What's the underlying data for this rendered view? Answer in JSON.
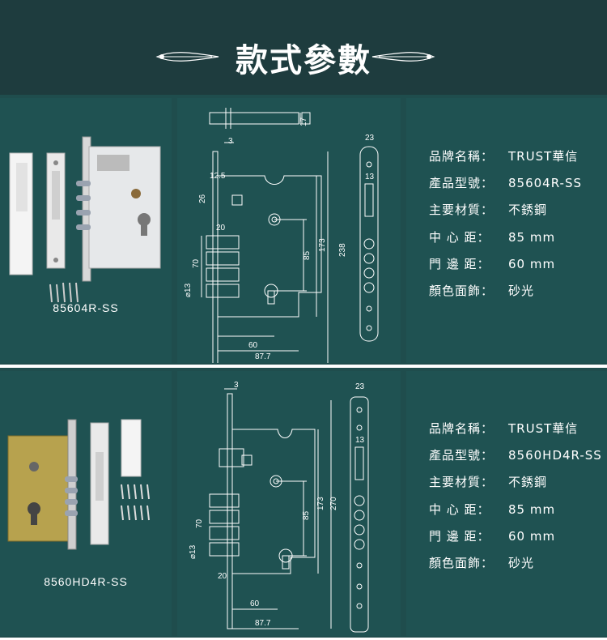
{
  "header": {
    "title": "款式參數"
  },
  "colors": {
    "header_bg": "#1e3c3e",
    "panel_bg": "#1f5252",
    "section_bg": "#1f4d4d",
    "line": "#ffffff"
  },
  "products": [
    {
      "model_caption": "85604R-SS",
      "specs": [
        {
          "label": "品牌名稱：",
          "value": "TRUST華信"
        },
        {
          "label": "產品型號：",
          "value": "85604R-SS"
        },
        {
          "label": "主要材質：",
          "value": "不銹鋼"
        },
        {
          "label": "中 心 距：",
          "value": "85 mm"
        },
        {
          "label": "門 邊 距：",
          "value": "60 mm"
        },
        {
          "label": "顏色面飾：",
          "value": "砂光"
        }
      ],
      "dims": {
        "d17": "17",
        "d3": "3",
        "d23": "23",
        "d13": "13",
        "d12_5": "12.5",
        "d26": "26",
        "d20": "20",
        "d70": "70",
        "d13dia": "⌀13",
        "d85": "85",
        "d173": "173",
        "dlen": "238",
        "d60": "60",
        "d87_7": "87.7"
      }
    },
    {
      "model_caption": "8560HD4R-SS",
      "specs": [
        {
          "label": "品牌名稱：",
          "value": "TRUST華信"
        },
        {
          "label": "產品型號：",
          "value": "8560HD4R-SS"
        },
        {
          "label": "主要材質：",
          "value": "不銹鋼"
        },
        {
          "label": "中 心 距：",
          "value": "85 mm"
        },
        {
          "label": "門 邊 距：",
          "value": "60 mm"
        },
        {
          "label": "顏色面飾：",
          "value": "砂光"
        }
      ],
      "dims": {
        "d3": "3",
        "d23": "23",
        "d13": "13",
        "d70": "70",
        "d13dia": "⌀13",
        "d20": "20",
        "d85": "85",
        "d173": "173",
        "dlen": "270",
        "d60": "60",
        "d87_7": "87.7"
      }
    }
  ]
}
